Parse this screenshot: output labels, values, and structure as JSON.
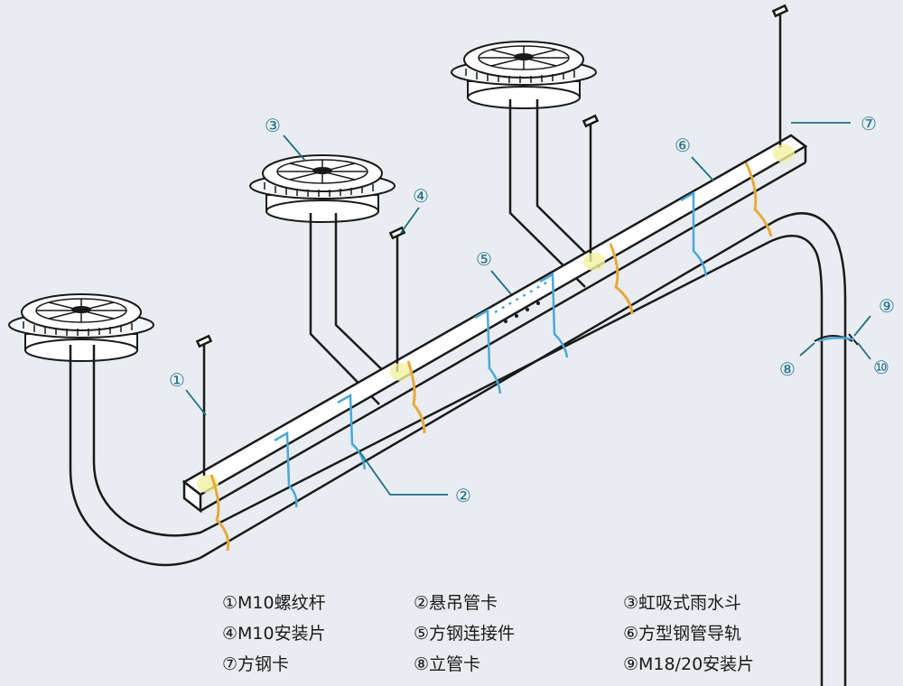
{
  "callouts": [
    {
      "id": "1",
      "label": "①"
    },
    {
      "id": "2",
      "label": "②"
    },
    {
      "id": "3",
      "label": "③"
    },
    {
      "id": "4",
      "label": "④"
    },
    {
      "id": "5",
      "label": "⑤"
    },
    {
      "id": "6",
      "label": "⑥"
    },
    {
      "id": "7",
      "label": "⑦"
    },
    {
      "id": "8",
      "label": "⑧"
    },
    {
      "id": "9",
      "label": "⑨"
    },
    {
      "id": "10",
      "label": "⑩"
    }
  ],
  "legend": [
    {
      "text": "①M10螺纹杆"
    },
    {
      "text": "②悬吊管卡"
    },
    {
      "text": "③虹吸式雨水斗"
    },
    {
      "text": "④M10安装片"
    },
    {
      "text": "⑤方钢连接件"
    },
    {
      "text": "⑥方型钢管导轨"
    },
    {
      "text": "⑦方钢卡"
    },
    {
      "text": "⑧立管卡"
    },
    {
      "text": "⑨M18/20安装片"
    }
  ],
  "colors": {
    "line": "#1a1a1a",
    "callout": "#1f6f86",
    "blue_clamp": "#4aa8d8",
    "orange_clamp": "#e8a83c",
    "highlight": "#f4f1a0"
  }
}
